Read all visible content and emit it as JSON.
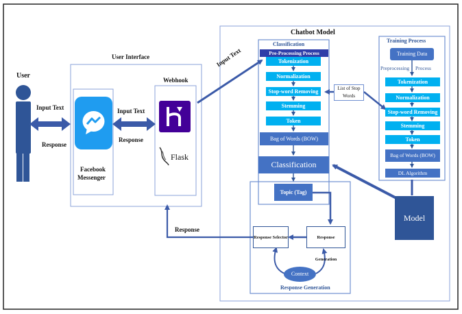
{
  "user_label": "User",
  "user_interface_title": "User Interface",
  "input_text_1": "Input Text",
  "response_1": "Response",
  "input_text_2": "Input Text",
  "response_2": "Response",
  "messenger_label_1": "Facebook",
  "messenger_label_2": "Messenger",
  "webhook_title": "Webhook",
  "flask_label": "Flask",
  "input_text_3": "Input Text",
  "response_3": "Response",
  "chatbot_title": "Chatbot Model",
  "classification_title": "Classification",
  "classification_steps": [
    "Pre-Processing Process",
    "Tokenization",
    "Normalization",
    "Stop-word Removing",
    "Stemming",
    "Token"
  ],
  "bow_1": "Bag of Words (BOW)",
  "classification_box": "Classification",
  "stop_words_1": "List of Stop",
  "stop_words_2": "Words",
  "topic_tag": "Topic (Tag)",
  "response_selector": "Response Selector",
  "response_generation_box": "Response Generation",
  "context": "Context",
  "response_generation_title": "Response Generation",
  "training_title": "Training Process",
  "training_data": "Training Data",
  "preprocessing_left": "Preprocessing",
  "preprocessing_right": "Process",
  "training_steps": [
    "Tokenization",
    "Normalization",
    "Stop-word Removing",
    "Stemming",
    "Token"
  ],
  "bow_2": "Bag of Words (BOW)",
  "dl_algorithm": "DL Algorithm",
  "model": "Model",
  "colors": {
    "navy": "#2f3ea8",
    "cyan": "#00b0f0",
    "steel": "#4472c4",
    "arrow": "#3b5aa8",
    "messenger": "#1f9cf0",
    "heroku": "#430098"
  }
}
